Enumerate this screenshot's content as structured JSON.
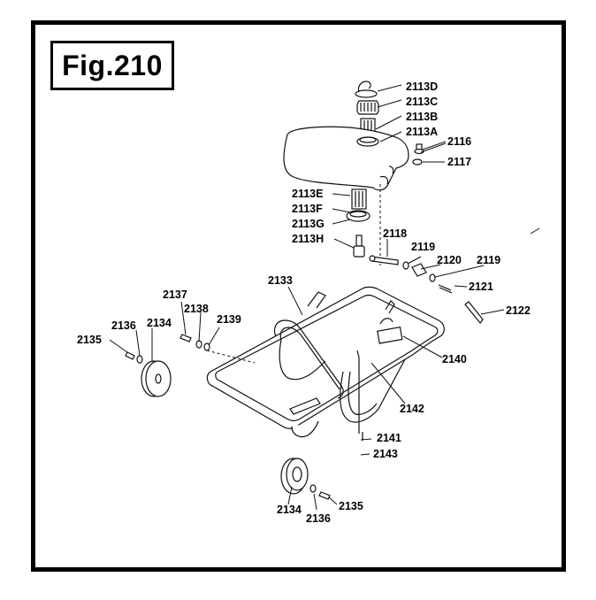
{
  "figure": {
    "title": "Fig.210",
    "colors": {
      "line": "#000000",
      "background": "#ffffff"
    }
  },
  "labels": {
    "p2113D": "2113D",
    "p2113C": "2113C",
    "p2113B": "2113B",
    "p2113A": "2113A",
    "p2116": "2116",
    "p2117": "2117",
    "p2113E": "2113E",
    "p2113F": "2113F",
    "p2113G": "2113G",
    "p2113H": "2113H",
    "p2118": "2118",
    "p2119a": "2119",
    "p2120": "2120",
    "p2119b": "2119",
    "p2121": "2121",
    "p2122": "2122",
    "p2133": "2133",
    "p2137": "2137",
    "p2138": "2138",
    "p2139": "2139",
    "p2136a": "2136",
    "p2134a": "2134",
    "p2135a": "2135",
    "p2140": "2140",
    "p2142": "2142",
    "p2141": "2141",
    "p2143": "2143",
    "p2134b": "2134",
    "p2136b": "2136",
    "p2135b": "2135"
  }
}
